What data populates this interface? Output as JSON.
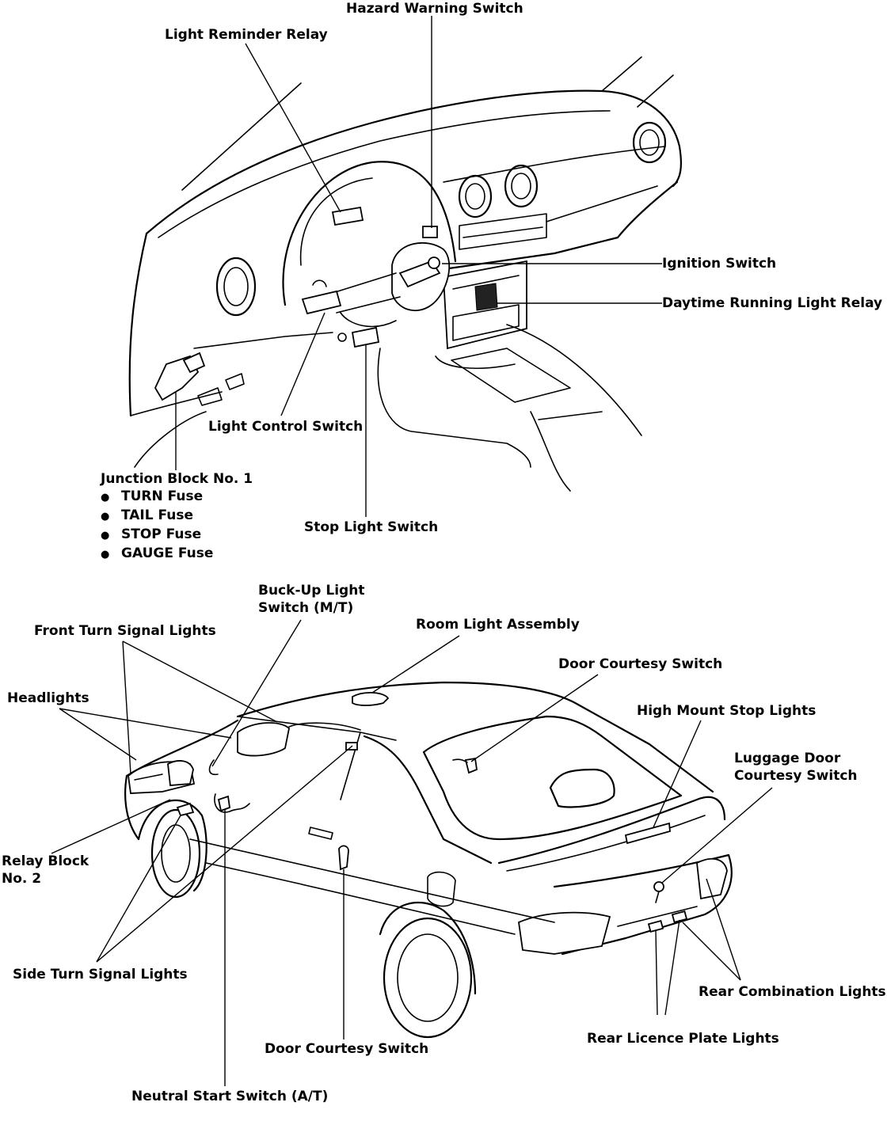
{
  "dashboard": {
    "hazard_warning_switch": "Hazard Warning Switch",
    "light_reminder_relay": "Light Reminder Relay",
    "ignition_switch": "Ignition Switch",
    "daytime_running_light_relay": "Daytime Running Light Relay",
    "light_control_switch": "Light Control Switch",
    "junction_block_title": "Junction Block No. 1",
    "junction_block_fuses": [
      "TURN Fuse",
      "TAIL Fuse",
      "STOP Fuse",
      "GAUGE Fuse"
    ],
    "stop_light_switch": "Stop Light Switch"
  },
  "car": {
    "buck_up_light_switch_line1": "Buck-Up Light",
    "buck_up_light_switch_line2": "Switch (M/T)",
    "front_turn_signal_lights": "Front Turn Signal Lights",
    "room_light_assembly": "Room Light Assembly",
    "door_courtesy_switch_top": "Door Courtesy Switch",
    "headlights": "Headlights",
    "high_mount_stop_lights": "High Mount Stop Lights",
    "luggage_door_line1": "Luggage Door",
    "luggage_door_line2": "Courtesy Switch",
    "relay_block_line1": "Relay Block",
    "relay_block_line2": "No. 2",
    "side_turn_signal_lights": "Side Turn Signal Lights",
    "rear_combination_lights": "Rear Combination Lights",
    "rear_licence_plate_lights": "Rear Licence Plate Lights",
    "door_courtesy_switch_bottom": "Door Courtesy Switch",
    "neutral_start_switch": "Neutral Start Switch (A/T)"
  }
}
